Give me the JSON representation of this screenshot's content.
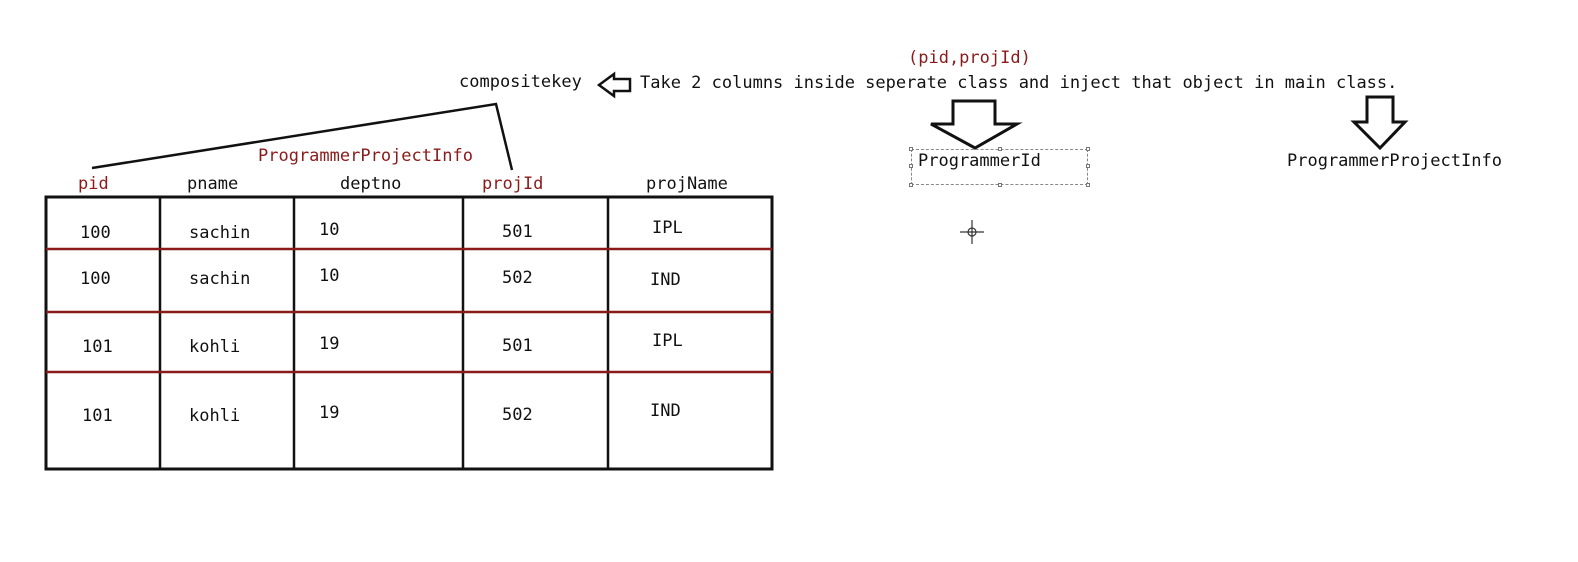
{
  "annotations": {
    "composite_key": "compositekey",
    "instruction": "Take 2 columns inside seperate class and inject that object in main class.",
    "key_fields": "(pid,projId)",
    "table_class_label": "ProgrammerProjectInfo",
    "class_programmer_id": "ProgrammerId",
    "class_programmer_project_info": "ProgrammerProjectInfo"
  },
  "table": {
    "headers": [
      "pid",
      "pname",
      "deptno",
      "projId",
      "projName"
    ],
    "rows": [
      [
        "100",
        "sachin",
        "10",
        "501",
        "IPL"
      ],
      [
        "100",
        "sachin",
        "10",
        "502",
        "IND"
      ],
      [
        "101",
        "kohli",
        "19",
        "501",
        "IPL"
      ],
      [
        "101",
        "kohli",
        "19",
        "502",
        "IND"
      ]
    ]
  },
  "colors": {
    "key_red": "#8b1a1a",
    "row_line": "#8b1a1a",
    "ink": "#111111"
  }
}
